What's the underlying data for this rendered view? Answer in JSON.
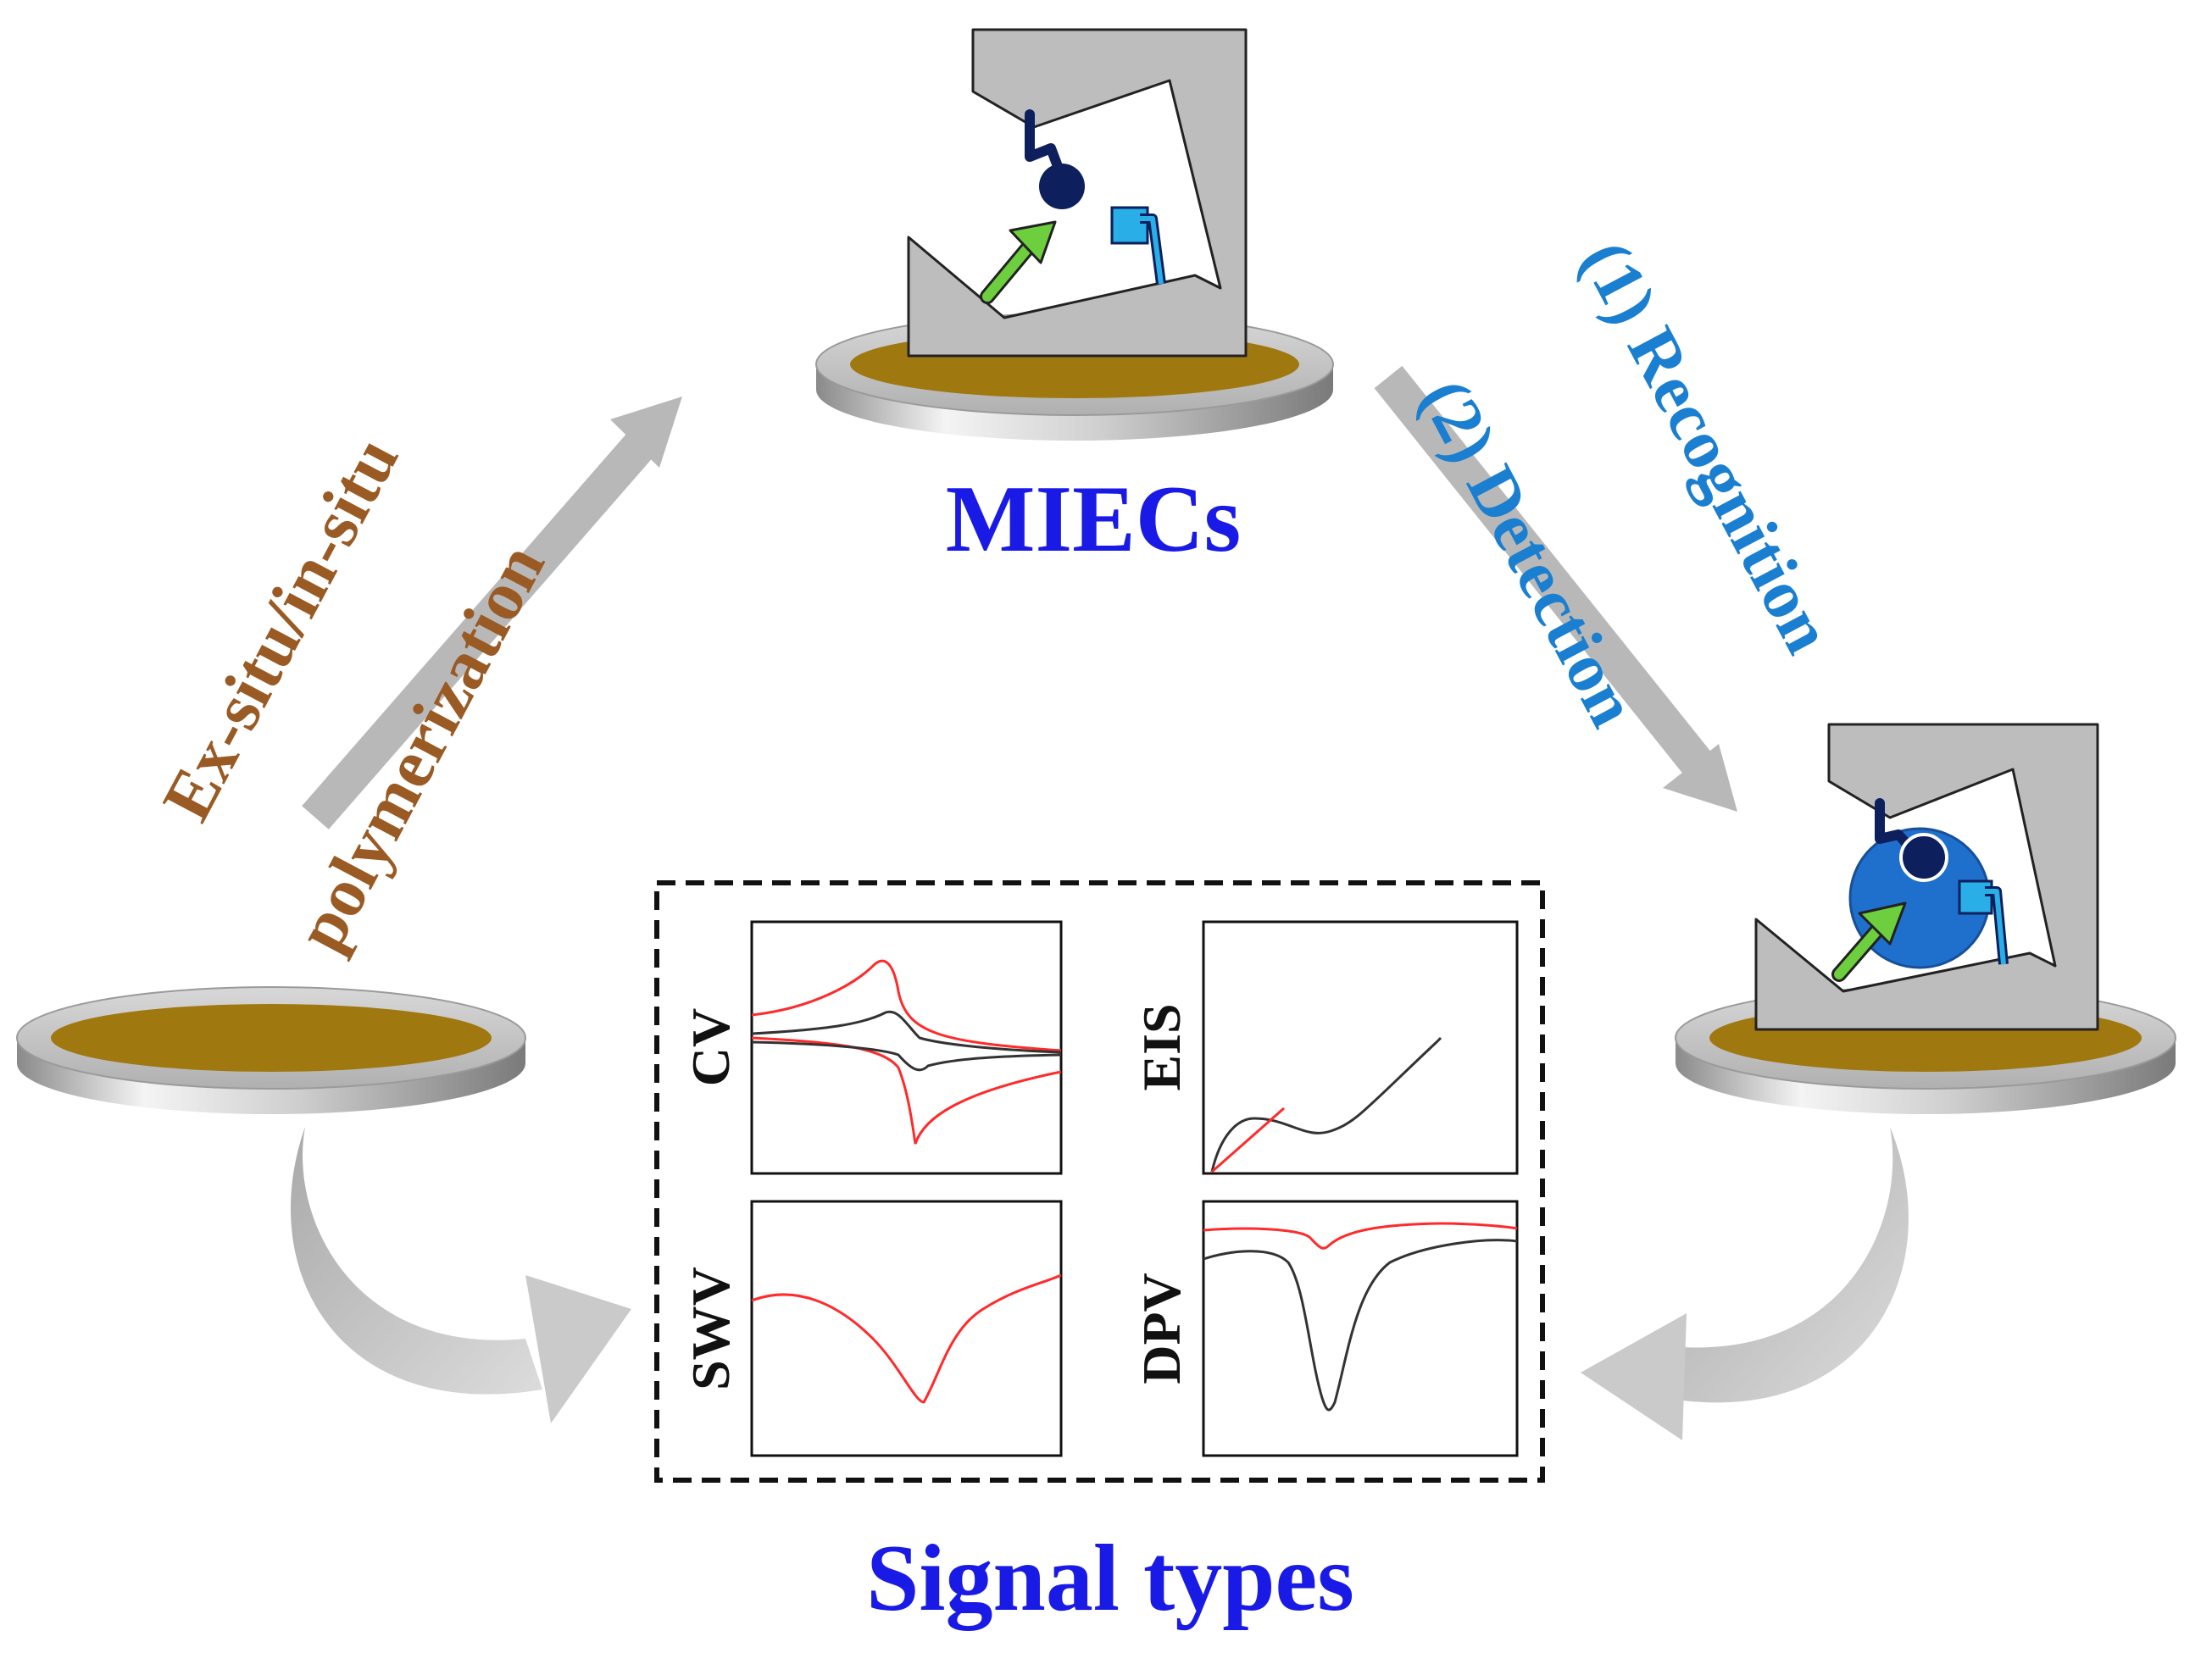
{
  "labels": {
    "center_title": "MIECs",
    "bottom_title": "Signal types",
    "left_arrow_line1": "Ex-situ/in-situ",
    "left_arrow_line2": "polymerization",
    "right_arrow_line1": "(1) Recognition",
    "right_arrow_line2": "(2) Detection"
  },
  "signal_panels": {
    "cv": "CV",
    "eis": "EIS",
    "swv": "SWV",
    "dpv": "DPV"
  },
  "colors": {
    "brown_text": "#9a5a24",
    "blue_title": "#1a1ae6",
    "cyan_text": "#1a7fd0",
    "gold": "#a07810",
    "gray_block": "#bdbdbd",
    "arrow_gray": "#b8b8b8",
    "red_curve": "#ff2a2a",
    "black_curve": "#333333",
    "navy": "#0d1f5c",
    "light_blue": "#29aee8",
    "green_arrow": "#6ecf3e",
    "target_blue": "#1f6fcc"
  },
  "icons": {
    "electrode": "disk-electrode-icon",
    "imprint": "molecular-imprint-cavity-icon",
    "template": "template-molecule-icon"
  }
}
